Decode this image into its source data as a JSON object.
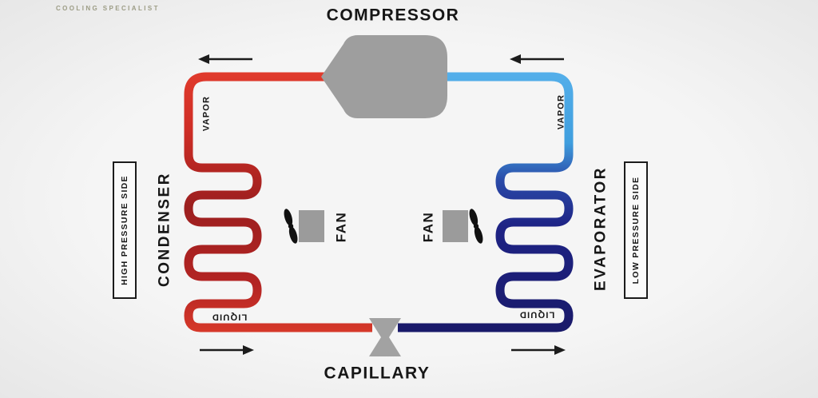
{
  "brand": {
    "tagline": "COOLING SPECIALIST"
  },
  "labels": {
    "compressor": "COMPRESSOR",
    "condenser": "CONDENSER",
    "evaporator": "EVAPORATOR",
    "capillary": "CAPILLARY",
    "fan_left": "FAN",
    "fan_right": "FAN",
    "vapor_left": "VAPOR",
    "vapor_right": "VAPOR",
    "liquid_left": "LIQUID",
    "liquid_right": "LIQUID",
    "high_pressure_side": "HIGH PRESSURE SIDE",
    "low_pressure_side": "LOW PRESSURE SIDE"
  },
  "colors": {
    "background": "#f2f2f2",
    "pipe_hot_bright": "#e23b2e",
    "pipe_hot_dark": "#9c1f1f",
    "pipe_cold_bright": "#56b2ec",
    "pipe_cold_dark": "#1a1a6e",
    "metal_gray": "#9e9e9e",
    "arrow_black": "#1c1c1c",
    "text": "#161616"
  }
}
